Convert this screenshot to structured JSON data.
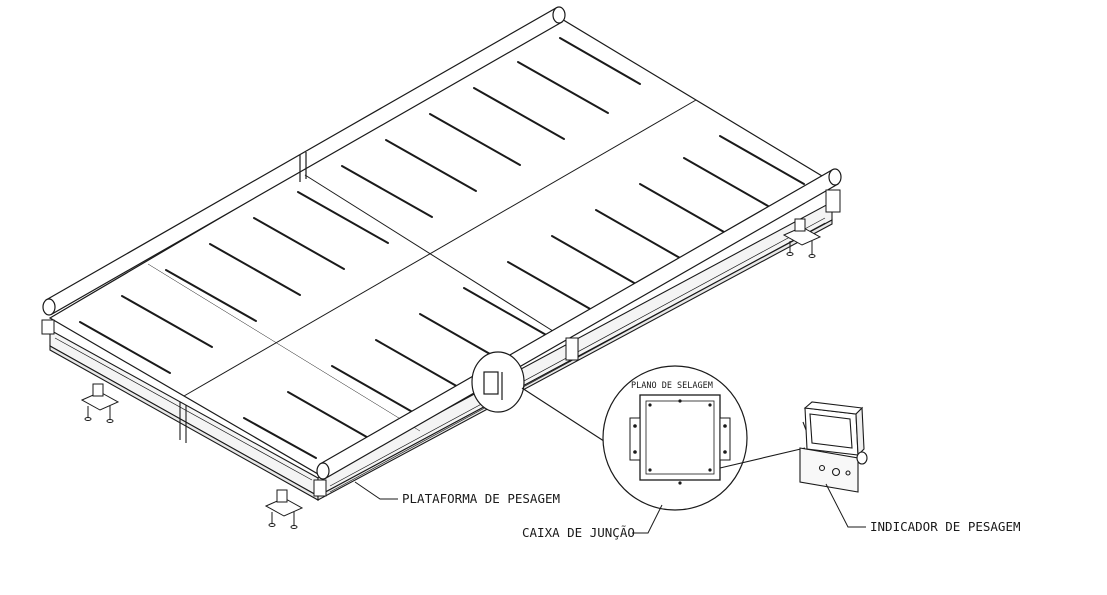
{
  "labels": {
    "platform": "PLATAFORMA DE PESAGEM",
    "junction_box": "CAIXA DE JUNÇÃO",
    "indicator": "INDICADOR DE PESAGEM",
    "sealing_plane": "PLANO DE SELAGEM"
  },
  "colors": {
    "line": "#1a1a1a",
    "deck_fill": "#ffffff",
    "side_fill": "#f4f4f4",
    "background": "#ffffff"
  }
}
